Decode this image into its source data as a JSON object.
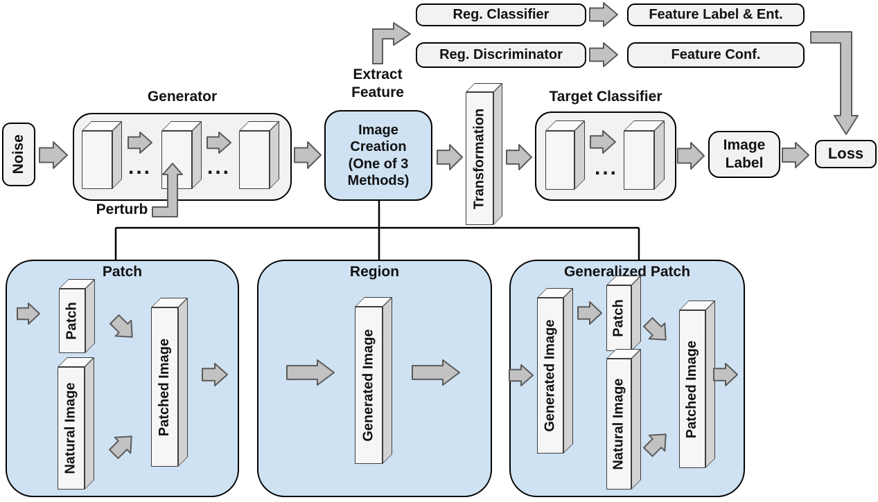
{
  "diagram": {
    "regularization": {
      "reg_classifier": "Reg. Classifier",
      "feature_label_ent": "Feature Label & Ent.",
      "reg_discriminator": "Reg. Discriminator",
      "feature_conf": "Feature Conf."
    },
    "pipeline": {
      "noise": "Noise",
      "generator_title": "Generator",
      "perturb": "Perturb",
      "extract_feature": "Extract\nFeature",
      "image_creation": "Image\nCreation\n(One of 3\nMethods)",
      "transformation": "Transformation",
      "target_classifier_title": "Target Classifier",
      "image_label": "Image\nLabel",
      "loss": "Loss",
      "ellipsis": "..."
    },
    "methods": {
      "patch": {
        "title": "Patch",
        "patch": "Patch",
        "natural_image": "Natural Image",
        "patched_image": "Patched Image"
      },
      "region": {
        "title": "Region",
        "generated_image": "Generated Image"
      },
      "generalized_patch": {
        "title": "Generalized Patch",
        "generated_image": "Generated Image",
        "patch": "Patch",
        "natural_image": "Natural Image",
        "patched_image": "Patched Image"
      }
    },
    "colors": {
      "method_fill": "#cfe2f3",
      "node_fill": "#f2f2f2",
      "arrow_fill": "#c2c2c2",
      "arrow_stroke": "#5a5a5a",
      "line": "#000000"
    }
  }
}
